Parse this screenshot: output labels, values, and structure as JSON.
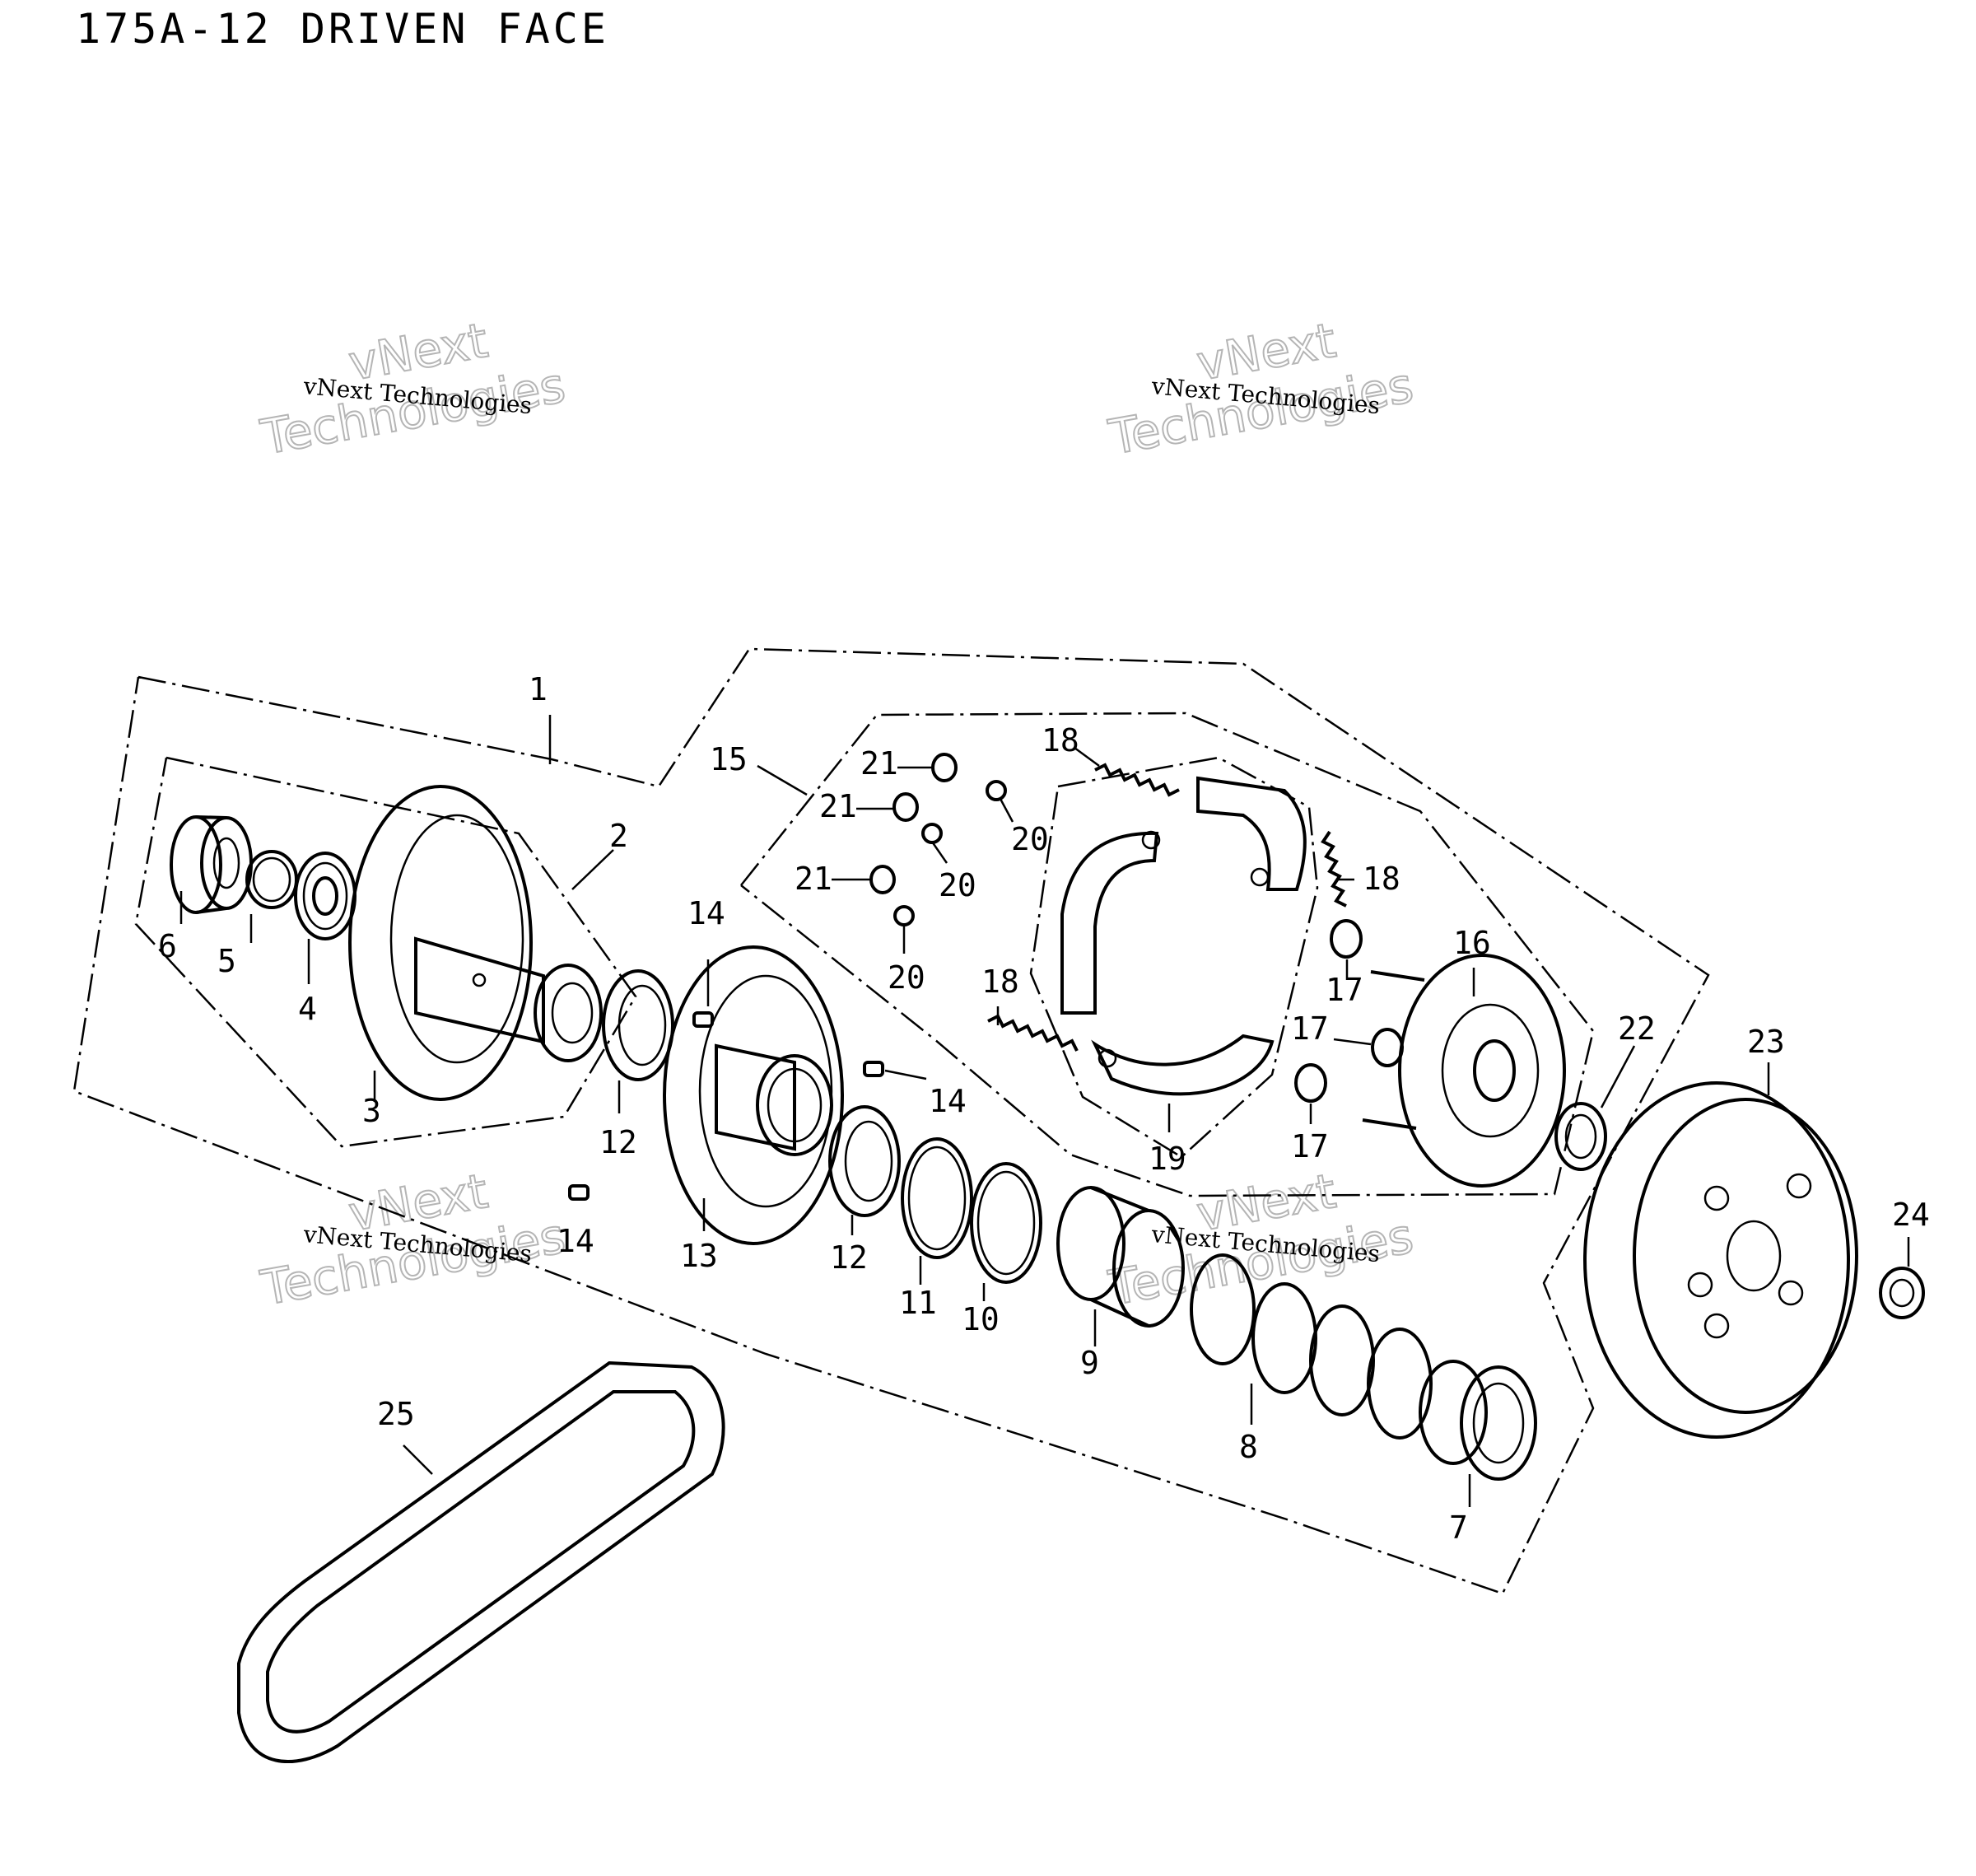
{
  "title": "175A-12 DRIVEN FACE",
  "watermark": {
    "small_text": "vNext Technologies",
    "big_line1": "vNext",
    "big_line2": "Technologies"
  },
  "callouts": [
    {
      "id": "c1",
      "text": "1"
    },
    {
      "id": "c2",
      "text": "2"
    },
    {
      "id": "c3",
      "text": "3"
    },
    {
      "id": "c4",
      "text": "4"
    },
    {
      "id": "c5",
      "text": "5"
    },
    {
      "id": "c6",
      "text": "6"
    },
    {
      "id": "c7",
      "text": "7"
    },
    {
      "id": "c8",
      "text": "8"
    },
    {
      "id": "c9",
      "text": "9"
    },
    {
      "id": "c10",
      "text": "10"
    },
    {
      "id": "c11",
      "text": "11"
    },
    {
      "id": "c12a",
      "text": "12"
    },
    {
      "id": "c12b",
      "text": "12"
    },
    {
      "id": "c13",
      "text": "13"
    },
    {
      "id": "c14a",
      "text": "14"
    },
    {
      "id": "c14b",
      "text": "14"
    },
    {
      "id": "c14c",
      "text": "14"
    },
    {
      "id": "c15",
      "text": "15"
    },
    {
      "id": "c16",
      "text": "16"
    },
    {
      "id": "c17a",
      "text": "17"
    },
    {
      "id": "c17b",
      "text": "17"
    },
    {
      "id": "c17c",
      "text": "17"
    },
    {
      "id": "c18a",
      "text": "18"
    },
    {
      "id": "c18b",
      "text": "18"
    },
    {
      "id": "c18c",
      "text": "18"
    },
    {
      "id": "c19",
      "text": "19"
    },
    {
      "id": "c20a",
      "text": "20"
    },
    {
      "id": "c20b",
      "text": "20"
    },
    {
      "id": "c20c",
      "text": "20"
    },
    {
      "id": "c21a",
      "text": "21"
    },
    {
      "id": "c21b",
      "text": "21"
    },
    {
      "id": "c21c",
      "text": "21"
    },
    {
      "id": "c22",
      "text": "22"
    },
    {
      "id": "c23",
      "text": "23"
    },
    {
      "id": "c24",
      "text": "24"
    },
    {
      "id": "c25",
      "text": "25"
    }
  ]
}
